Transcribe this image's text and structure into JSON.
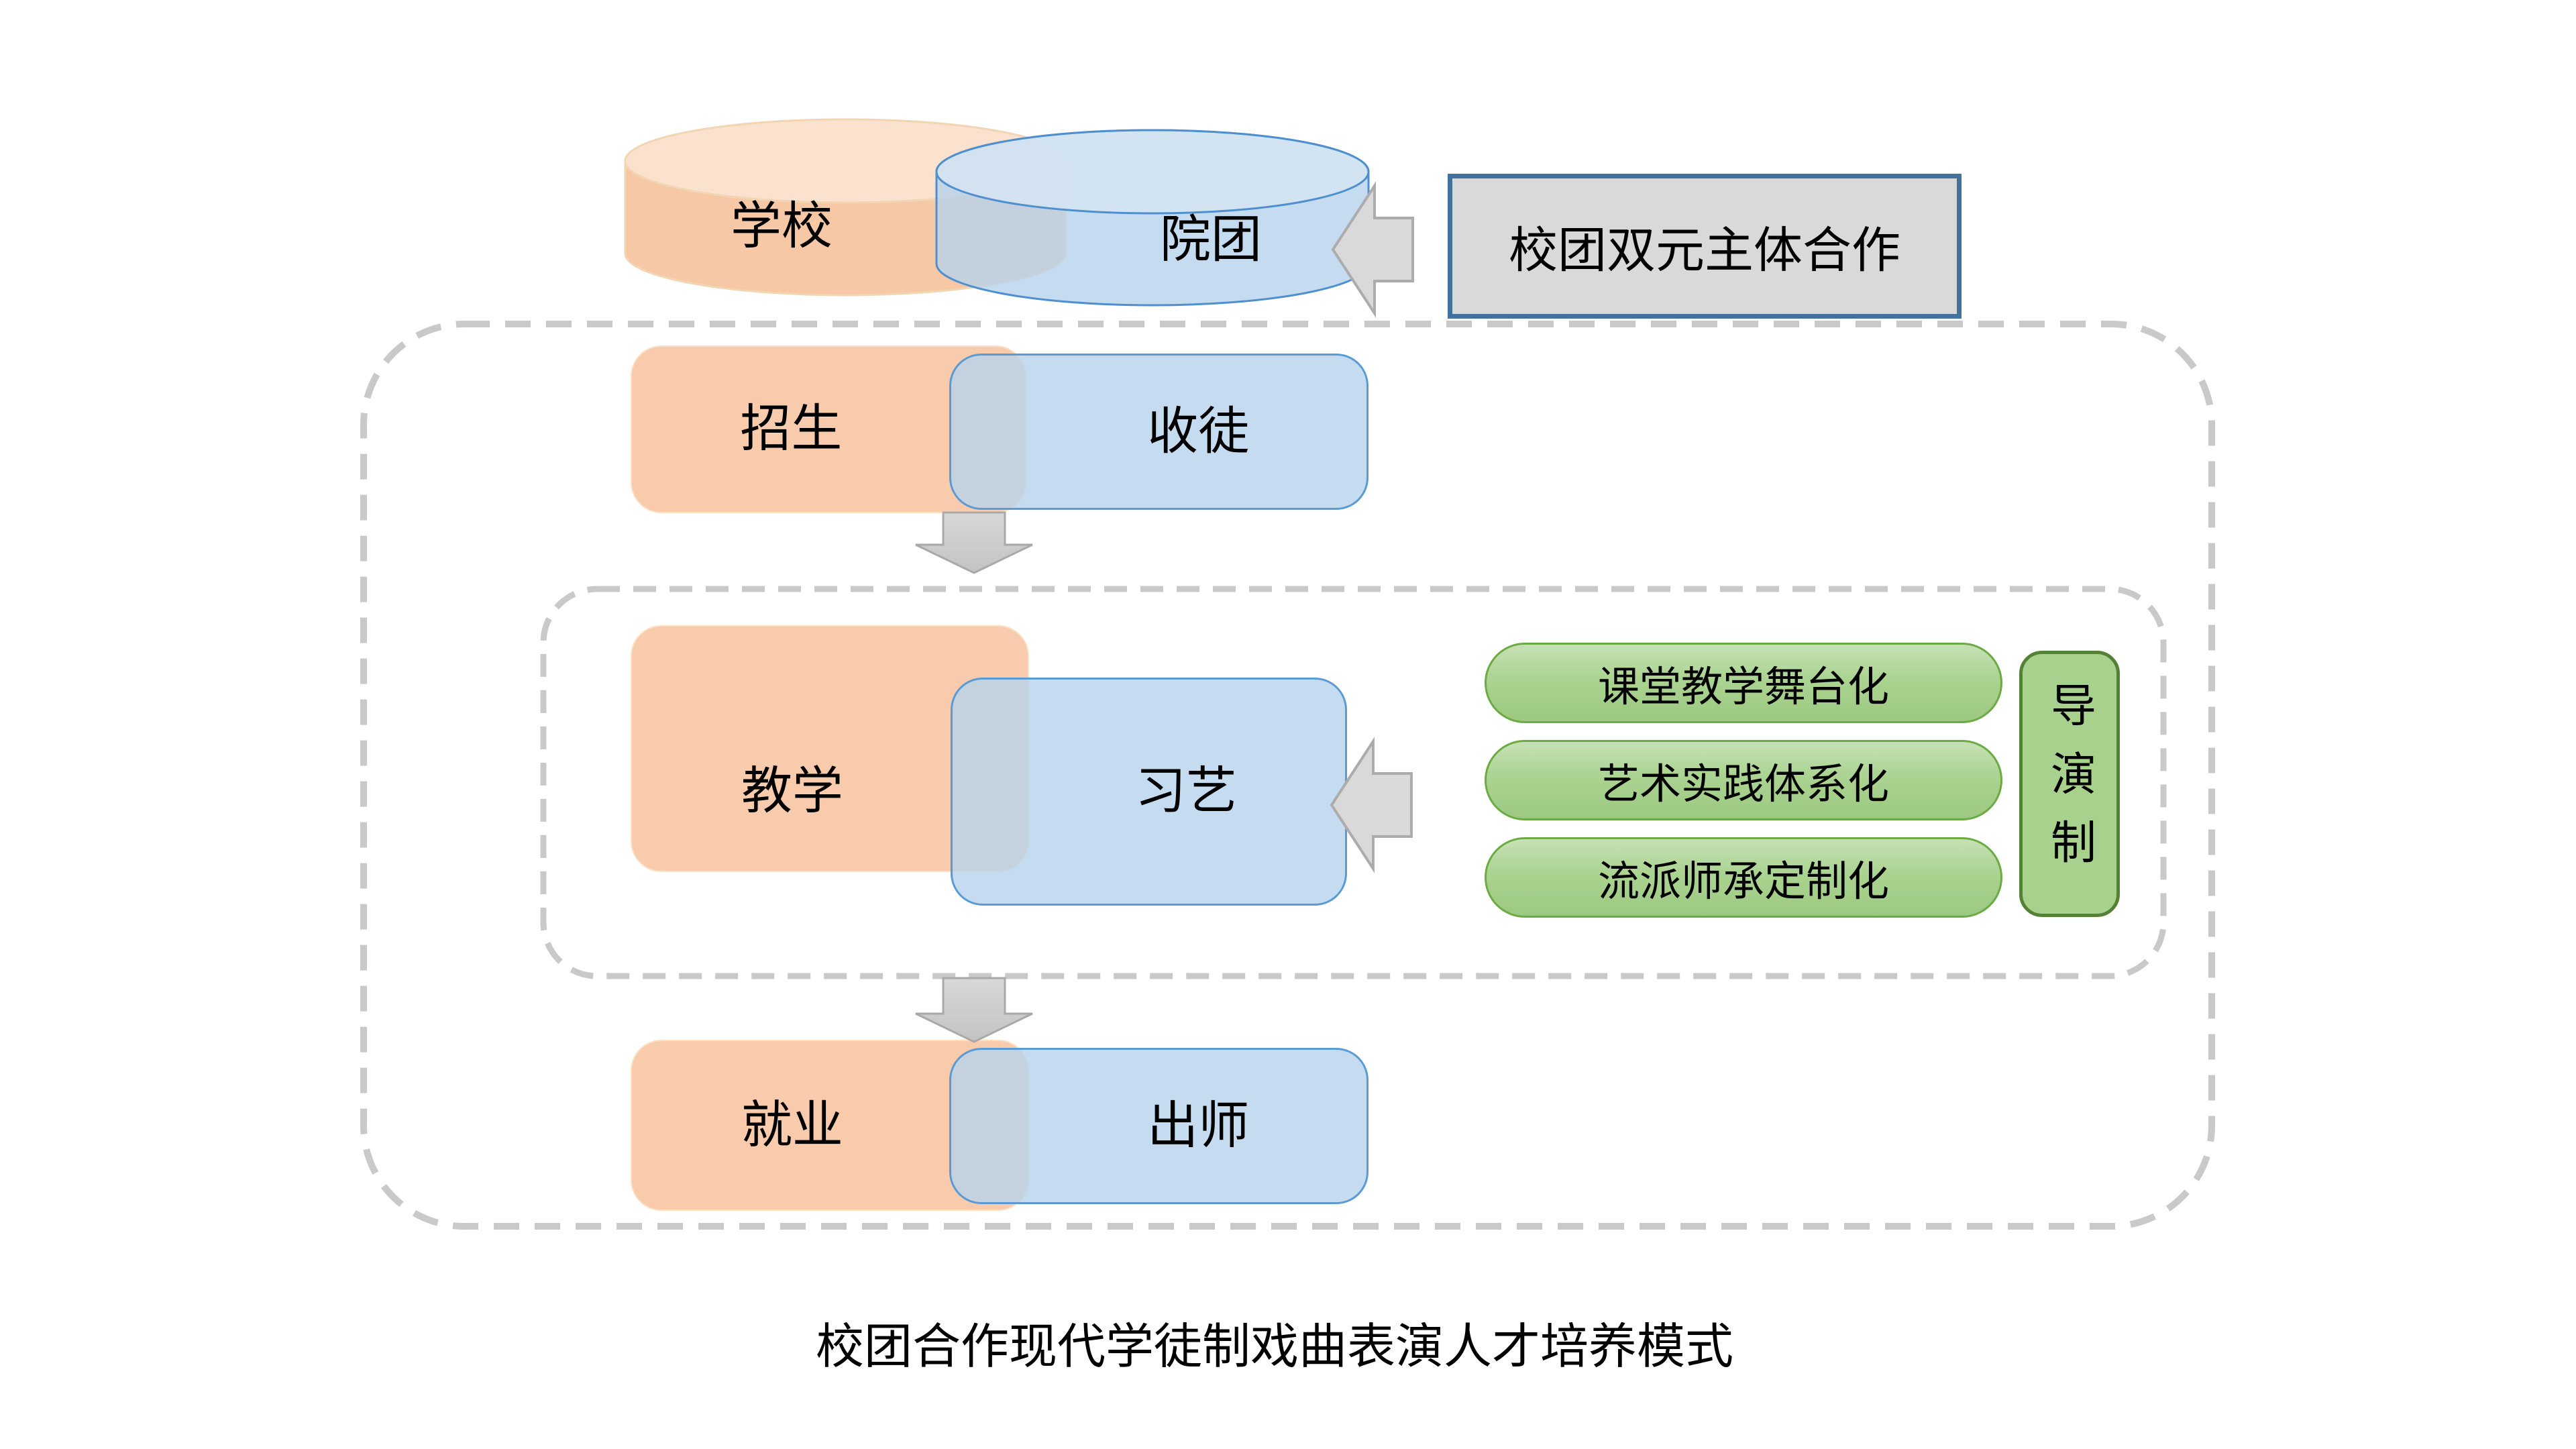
{
  "entities": {
    "school": "学校",
    "troupe": "院团"
  },
  "cooperation": {
    "label": "校团双元主体合作"
  },
  "stages": [
    {
      "school": "招生",
      "troupe": "收徒"
    },
    {
      "school": "教学",
      "troupe": "习艺"
    },
    {
      "school": "就业",
      "troupe": "出师"
    }
  ],
  "teaching_features": [
    "课堂教学舞台化",
    "艺术实践体系化",
    "流派师承定制化"
  ],
  "director_system": "导演制",
  "caption": "校团合作现代学徒制戏曲表演人才培养模式",
  "icons": {
    "left_block_arrow": "◀",
    "down_block_arrow": "▼"
  },
  "colors": {
    "school_orange": "#F8CBAD",
    "school_orange_light": "#FAE2CF",
    "troupe_blue": "#BDD7EE",
    "troupe_blue_border": "#5B9BD5",
    "cylinder_blue_border": "#4E8FD0",
    "cooperation_fill": "#D9D9D9",
    "cooperation_border": "#41719C",
    "pill_green": "#A9D18E",
    "pill_green_border": "#6CAB44",
    "director_border": "#538135",
    "arrow_gray": "#D9D9D9",
    "arrow_gray_border": "#ACACAC",
    "dash_gray": "#C9C9C9",
    "text": "#000000",
    "background": "#FFFFFF"
  }
}
